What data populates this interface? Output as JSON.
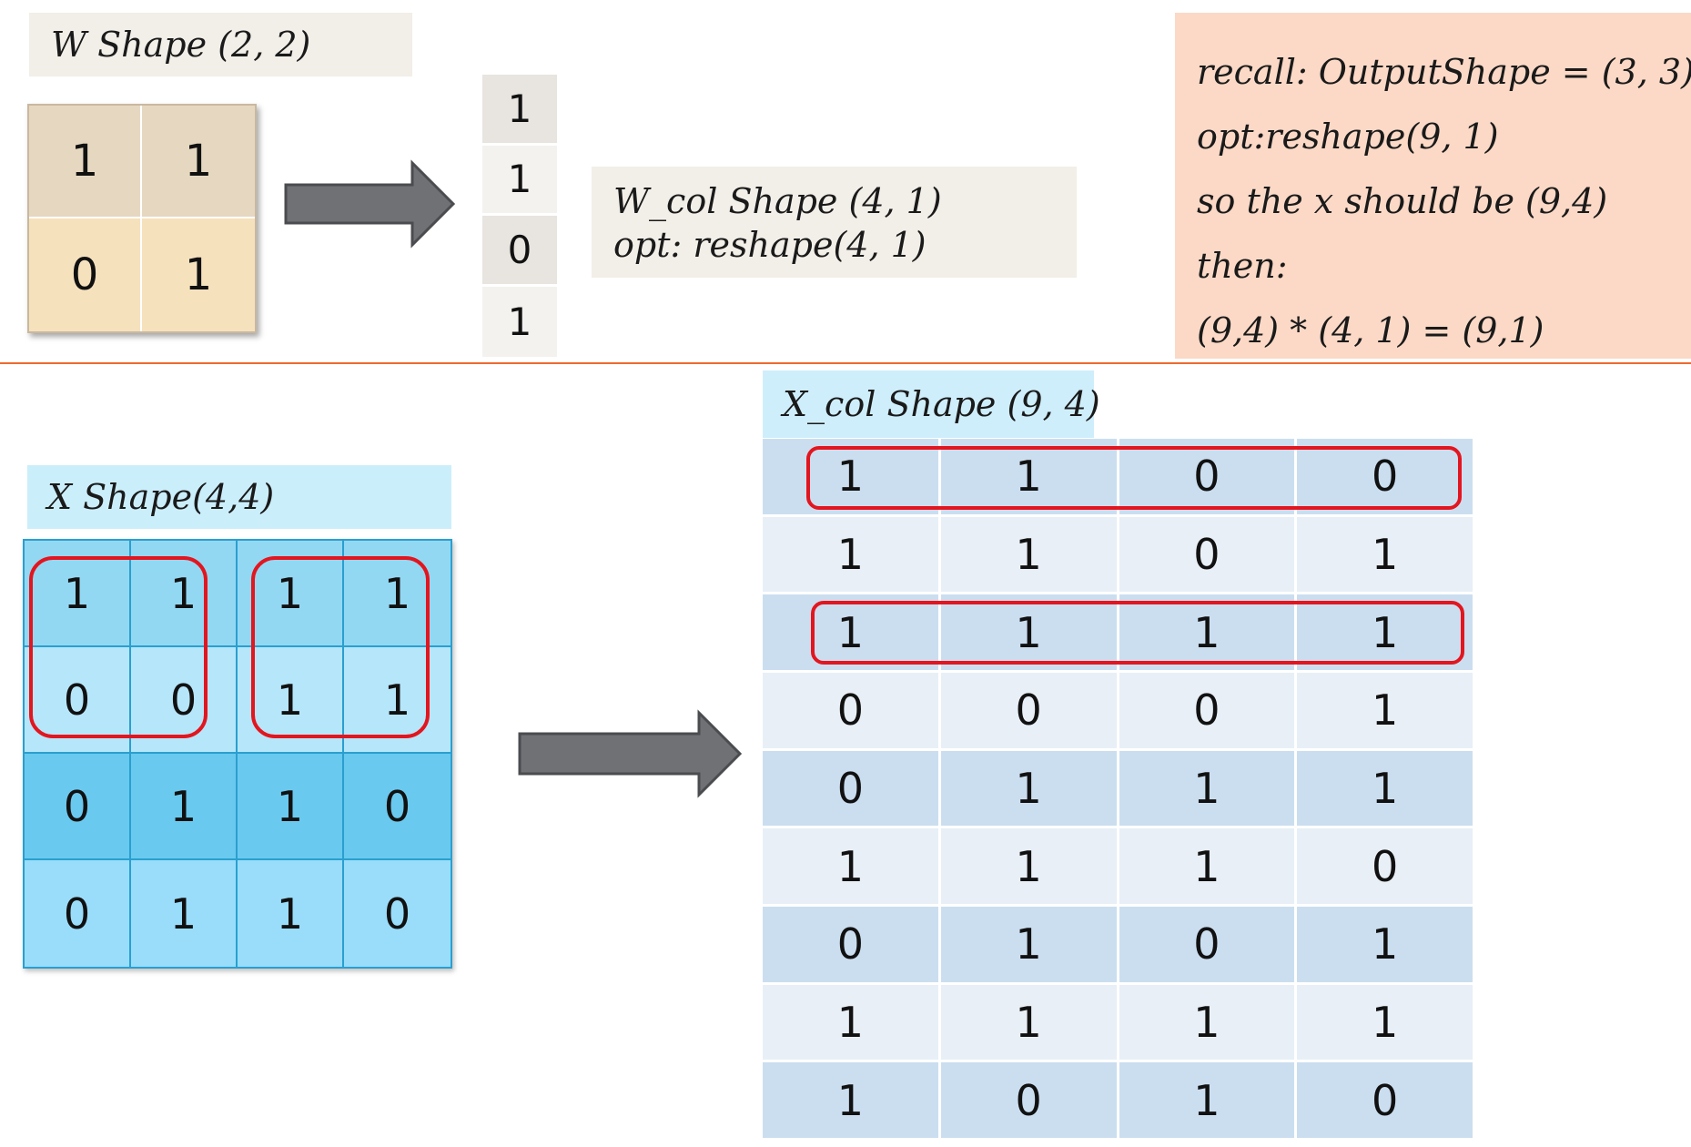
{
  "w": {
    "title": "W  Shape (2, 2)",
    "matrix": [
      [
        "1",
        "1"
      ],
      [
        "0",
        "1"
      ]
    ]
  },
  "w_col": {
    "values": [
      "1",
      "1",
      "0",
      "1"
    ],
    "title": "W_col Shape  (4, 1)",
    "op": "opt: reshape(4, 1)"
  },
  "recall": {
    "lines": [
      "recall: OutputShape = (3, 3)",
      "opt:reshape(9, 1)",
      "so the x should be (9,4)",
      "then:",
      "(9,4) * (4, 1) = (9,1)"
    ]
  },
  "x": {
    "title": "X Shape(4,4)",
    "matrix": [
      [
        "1",
        "1",
        "1",
        "1"
      ],
      [
        "0",
        "0",
        "1",
        "1"
      ],
      [
        "0",
        "1",
        "1",
        "0"
      ],
      [
        "0",
        "1",
        "1",
        "0"
      ]
    ]
  },
  "x_col": {
    "title": "X_col Shape  (9, 4)",
    "matrix": [
      [
        "1",
        "1",
        "0",
        "0"
      ],
      [
        "1",
        "1",
        "0",
        "1"
      ],
      [
        "1",
        "1",
        "1",
        "1"
      ],
      [
        "0",
        "0",
        "0",
        "1"
      ],
      [
        "0",
        "1",
        "1",
        "1"
      ],
      [
        "1",
        "1",
        "1",
        "0"
      ],
      [
        "0",
        "1",
        "0",
        "1"
      ],
      [
        "1",
        "1",
        "1",
        "1"
      ],
      [
        "1",
        "0",
        "1",
        "0"
      ]
    ]
  },
  "colors": {
    "w_label_bg": "#f2eee8",
    "w_top": "#e6d8c0",
    "w_bottom": "#f6e1bd",
    "w_col_dark": "#e8e4df",
    "w_col_light": "#f4f2ef",
    "recall_bg": "#fbd9c6",
    "divider": "#ed6a2e",
    "x_label_bg": "#cbeefb",
    "x_rows": [
      "#93d8f3",
      "#b6e6fa",
      "#6ac9ef",
      "#99ddfb"
    ],
    "x_col_label_bg": "#cfeefb",
    "x_col_dark": "#cbdef0",
    "x_col_light": "#e8eff7",
    "arrow": "#707174",
    "highlight": "#e3151e"
  }
}
